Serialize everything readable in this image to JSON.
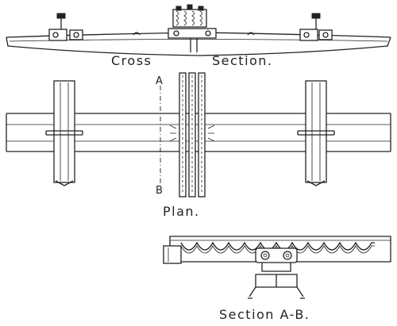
{
  "labels": {
    "cross_section_left": "Cross",
    "cross_section_right": "Section.",
    "plan": "Plan.",
    "section_ab": "Section A-B.",
    "marker_a": "A",
    "marker_b": "B"
  }
}
